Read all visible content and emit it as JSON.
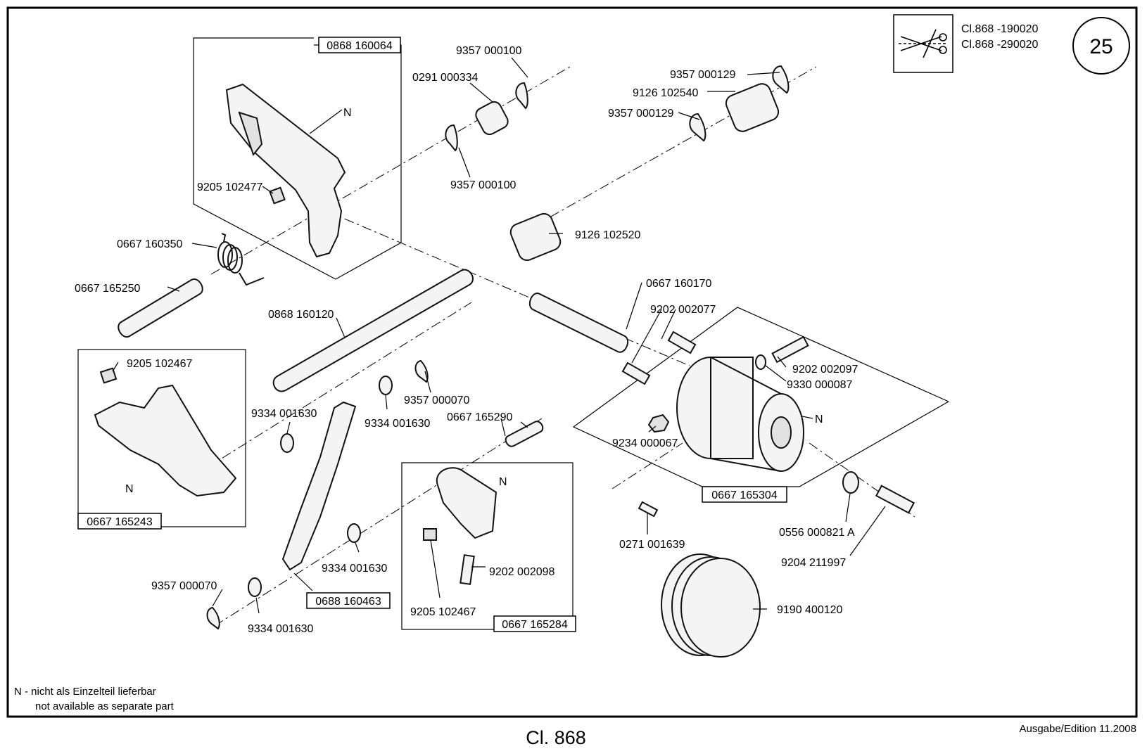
{
  "header": {
    "models": [
      "Cl.868 -190020",
      "Cl.868 -290020"
    ],
    "page_number": "25",
    "icon": "scissors-icon"
  },
  "assemblies": {
    "lever_assembly": "0868 160064",
    "bracket_assembly": "0667 165243",
    "clamp_assembly": "0667 165284",
    "hub_assembly": "0667 165304",
    "link_assembly": "0688 160463"
  },
  "parts": {
    "p_9357_000100_top": "9357 000100",
    "p_0291_000334": "0291 000334",
    "p_9357_000100_bottom": "9357 000100",
    "p_9357_000129_top": "9357 000129",
    "p_9126_102540": "9126 102540",
    "p_9357_000129_mid": "9357 000129",
    "p_9205_102477": "9205 102477",
    "p_9126_102520": "9126 102520",
    "p_0667_160350": "0667 160350",
    "p_0667_165250": "0667 165250",
    "p_0868_160120": "0868 160120",
    "p_0667_160170": "0667 160170",
    "p_9202_002077": "9202 002077",
    "p_9202_002097": "9202 002097",
    "p_9330_000087": "9330 000087",
    "p_9205_102467_left": "9205 102467",
    "p_9357_000070_top": "9357 000070",
    "p_9334_001630_a": "9334 001630",
    "p_9334_001630_b": "9334 001630",
    "p_0667_165290": "0667 165290",
    "p_9234_000067": "9234 000067",
    "p_0556_000821": "0556 000821 A",
    "p_9204_211997": "9204 211997",
    "p_0271_001639": "0271 001639",
    "p_9202_002098": "9202 002098",
    "p_9334_001630_c": "9334 001630",
    "p_9357_000070_bottom": "9357 000070",
    "p_9334_001630_d": "9334 001630",
    "p_9205_102467_clamp": "9205 102467",
    "p_9190_400120": "9190 400120"
  },
  "n_marks": [
    "N",
    "N",
    "N",
    "N"
  ],
  "legend": {
    "line1": "N - nicht als Einzelteil lieferbar",
    "line2": "not available as separate part"
  },
  "footer": {
    "title": "Cl. 868",
    "edition": "Ausgabe/Edition  11.2008"
  }
}
